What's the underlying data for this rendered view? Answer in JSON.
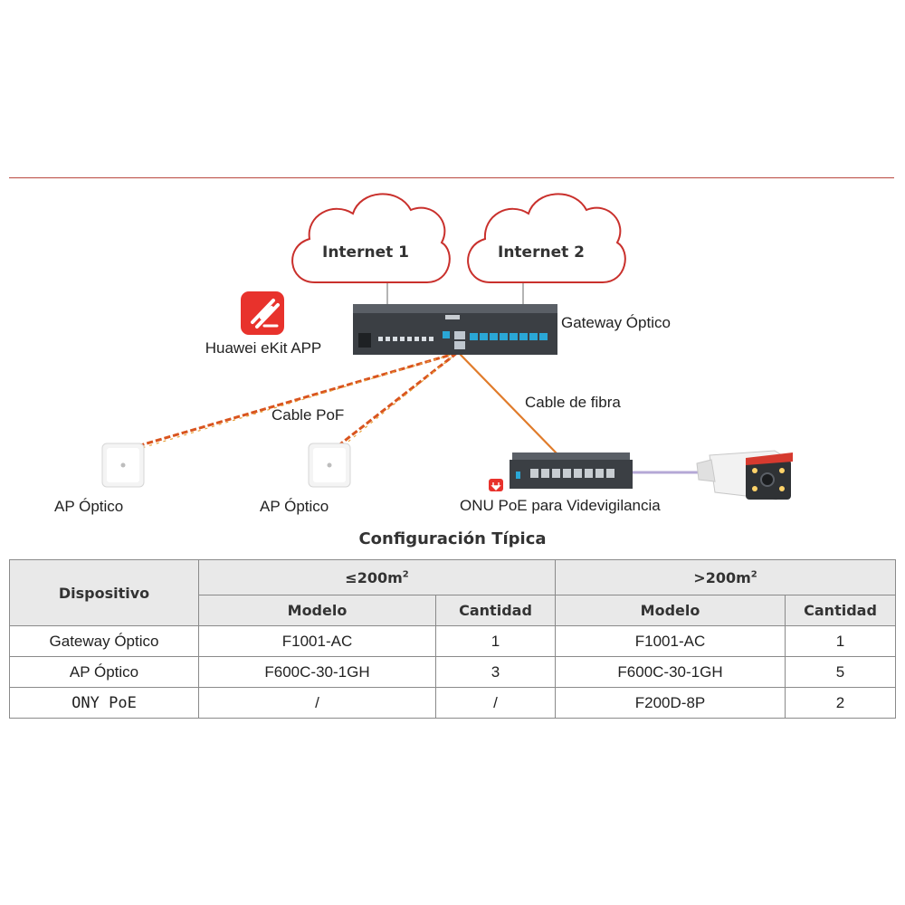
{
  "diagram": {
    "clouds": [
      {
        "label": "Internet 1"
      },
      {
        "label": "Internet 2"
      }
    ],
    "app_label": "Huawei eKit APP",
    "gateway_label": "Gateway Óptico",
    "pof_cable_label": "Cable PoF",
    "fiber_cable_label": "Cable de fibra",
    "ap_left_label": "AP Óptico",
    "ap_mid_label": "AP Óptico",
    "onu_label": "ONU PoE para Videvigilancia",
    "colors": {
      "cloud_stroke": "#c9302c",
      "cable_pof": "#d9541e",
      "cable_fiber": "#e07b2a",
      "cable_camera": "#b5a8d6",
      "app_icon": "#e8322c",
      "device_dark": "#3b3f44",
      "port_blue": "#2aa7d6"
    }
  },
  "table": {
    "title": "Configuración Típica",
    "header_device": "Dispositivo",
    "group1_base": "≤200m",
    "group1_sup": "2",
    "group2_base": ">200m",
    "group2_sup": "2",
    "sub_model": "Modelo",
    "sub_qty": "Cantidad",
    "rows": [
      {
        "device": "Gateway Óptico",
        "m1": "F1001-AC",
        "q1": "1",
        "m2": "F1001-AC",
        "q2": "1"
      },
      {
        "device": "AP Óptico",
        "m1": "F600C-30-1GH",
        "q1": "3",
        "m2": "F600C-30-1GH",
        "q2": "5"
      },
      {
        "device": "ONY PoE",
        "m1": "/",
        "q1": "/",
        "m2": "F200D-8P",
        "q2": "2"
      }
    ]
  }
}
